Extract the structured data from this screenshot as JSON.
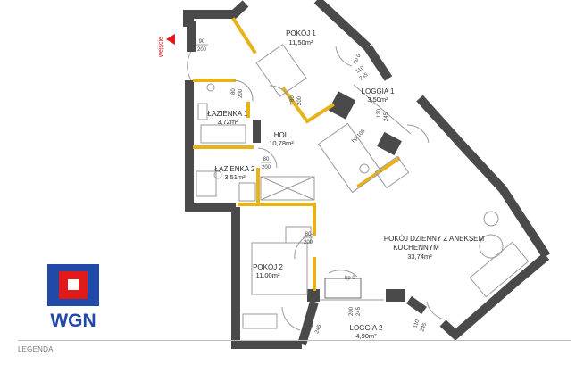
{
  "entrance": {
    "label": "wejście",
    "color": "#e0191b"
  },
  "rooms": [
    {
      "id": "pokoj1",
      "name": "POKÓJ 1",
      "area": "11,50m²"
    },
    {
      "id": "loggia1",
      "name": "LOGGIA 1",
      "area": "3,50m²"
    },
    {
      "id": "lazienka1",
      "name": "ŁAZIENKA 1",
      "area": "3,72m²"
    },
    {
      "id": "hol",
      "name": "HOL",
      "area": "10,78m²"
    },
    {
      "id": "lazienka2",
      "name": "ŁAZIENKA 2",
      "area": "3,51m²"
    },
    {
      "id": "dzienny",
      "name_line1": "POKÓJ DZIENNY Z ANEKSEM",
      "name_line2": "KUCHENNYM",
      "area": "33,74m²"
    },
    {
      "id": "pokoj2",
      "name": "POKÓJ 2",
      "area": "11,00m²"
    },
    {
      "id": "loggia2",
      "name": "LOGGIA 2",
      "area": "4,90m²"
    }
  ],
  "doors": {
    "entry": {
      "w": "90",
      "h": "200"
    },
    "pokoj1": {
      "w": "80",
      "h": "200"
    },
    "lazienka1": {
      "w": "80",
      "h": "200"
    },
    "lazienka2": {
      "w": "80",
      "h": "200"
    },
    "pokoj2": {
      "w": "80",
      "h": "200"
    },
    "loggia1_a": {
      "w": "110",
      "h": "245"
    },
    "loggia1_b": {
      "w": "120",
      "h": "245"
    },
    "loggia2_left": {
      "w": "110",
      "h": "245"
    },
    "loggia2_mid": {
      "w": "200",
      "h": "245"
    },
    "loggia2_right": {
      "w": "110",
      "h": "245"
    },
    "hp1": "hp 0",
    "hp2": "hp 105",
    "hp3": "hp 0"
  },
  "logo": {
    "text": "WGN",
    "primary": "#2149a8",
    "accent": "#e0191b"
  },
  "legend": {
    "label": "LEGENDA"
  },
  "colors": {
    "wall": "#4a4a4a",
    "partition": "#e8b21a"
  }
}
